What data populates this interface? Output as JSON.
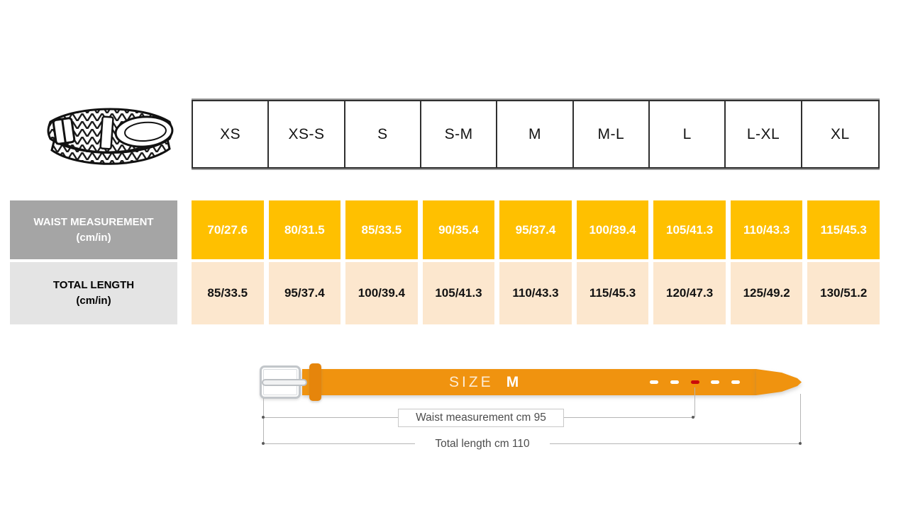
{
  "sizes": [
    "XS",
    "XS-S",
    "S",
    "S-M",
    "M",
    "M-L",
    "L",
    "L-XL",
    "XL"
  ],
  "rows": [
    {
      "label_line1": "WAIST MEASUREMENT",
      "label_line2": "(cm/in)",
      "values": [
        "70/27.6",
        "80/31.5",
        "85/33.5",
        "90/35.4",
        "95/37.4",
        "100/39.4",
        "105/41.3",
        "110/43.3",
        "115/45.3"
      ]
    },
    {
      "label_line1": "TOTAL LENGTH",
      "label_line2": "(cm/in)",
      "values": [
        "85/33.5",
        "95/37.4",
        "100/39.4",
        "105/41.3",
        "110/43.3",
        "115/45.3",
        "120/47.3",
        "125/49.2",
        "130/51.2"
      ]
    }
  ],
  "diagram": {
    "size_word": "SIZE",
    "size_value": "M",
    "waist_caption": "Waist measurement cm 95",
    "length_caption": "Total length cm 110"
  },
  "icons": {
    "belt_sketch": "braided-belt-drawing",
    "buckle": "belt-buckle-shape",
    "hole_marker": "red-belt-hole-dash"
  },
  "colors": {
    "waist_cell_bg": "#FFC000",
    "waist_cell_text": "#FFFFFF",
    "length_cell_bg": "#FCE7CE",
    "waist_label_bg": "#A5A5A5",
    "length_label_bg": "#E4E4E4",
    "belt_orange": "#F0930F",
    "keeper_orange": "#E6850B",
    "hole_white": "#FFFFFF",
    "hole_marker_red": "#CB0B0B",
    "dimension_line": "#B5B5B5"
  }
}
